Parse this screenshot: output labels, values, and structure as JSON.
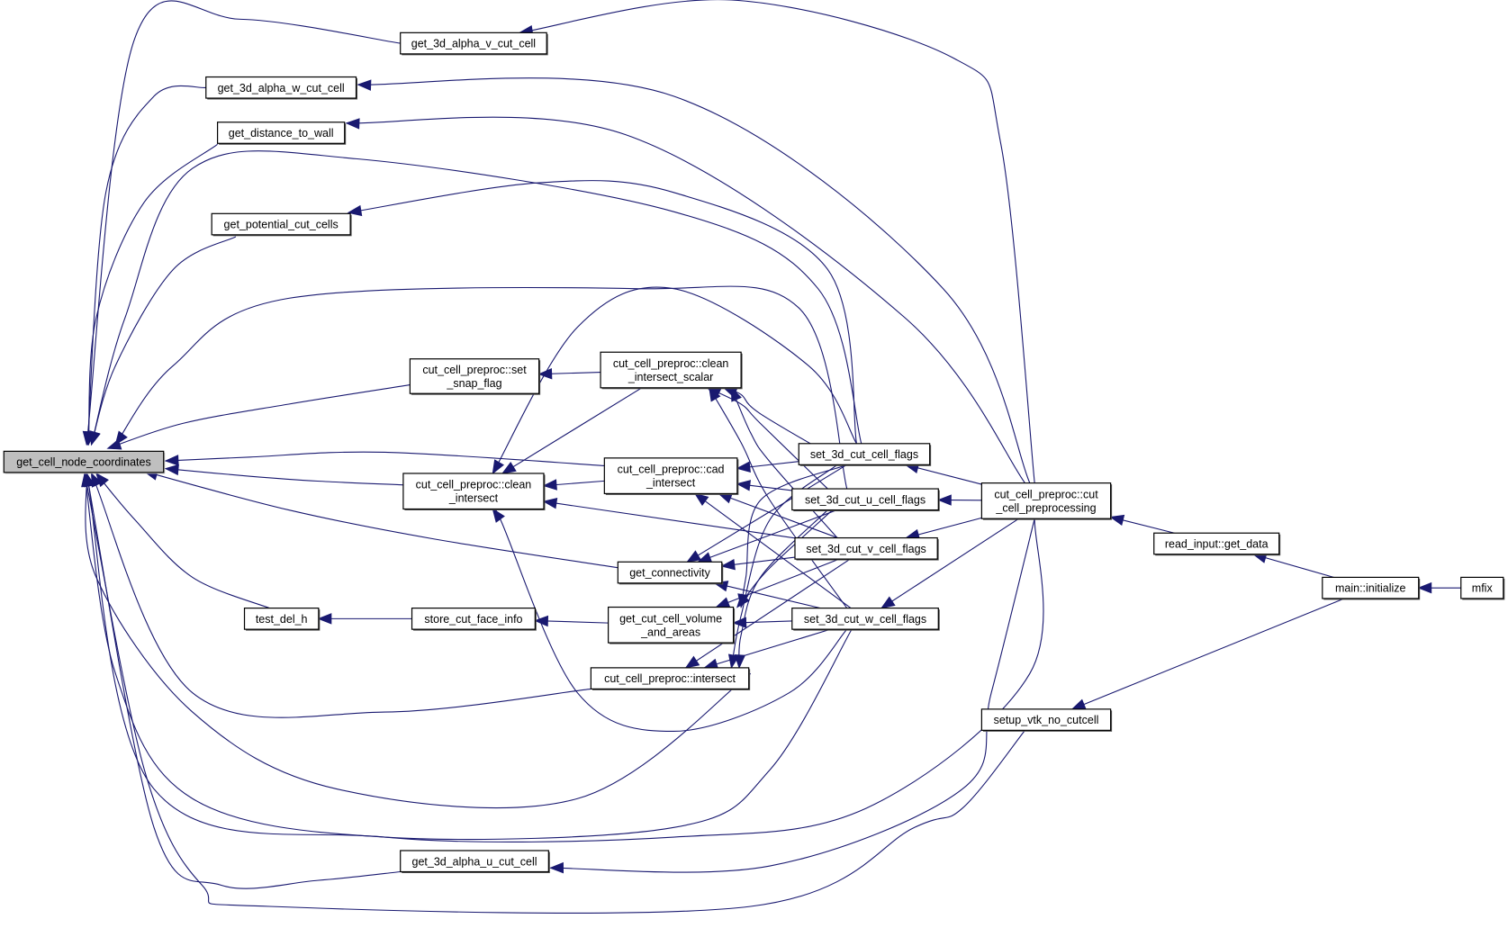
{
  "diagram": {
    "type": "call-graph",
    "title": "get_cell_node_coordinates caller graph",
    "colors": {
      "edge": "#191970",
      "root_fill": "#bfbfbf",
      "node_fill": "#ffffff",
      "node_border": "#000000"
    },
    "nodes": [
      {
        "id": "root",
        "lines": [
          "get_cell_node_coordinates"
        ],
        "root": true
      },
      {
        "id": "a3v",
        "lines": [
          "get_3d_alpha_v_cut_cell"
        ]
      },
      {
        "id": "a3w",
        "lines": [
          "get_3d_alpha_w_cut_cell"
        ]
      },
      {
        "id": "dist",
        "lines": [
          "get_distance_to_wall"
        ]
      },
      {
        "id": "pot",
        "lines": [
          "get_potential_cut_cells"
        ]
      },
      {
        "id": "snap",
        "lines": [
          "cut_cell_preproc::set",
          "_snap_flag"
        ]
      },
      {
        "id": "cis",
        "lines": [
          "cut_cell_preproc::clean",
          "_intersect_scalar"
        ]
      },
      {
        "id": "ci",
        "lines": [
          "cut_cell_preproc::clean",
          "_intersect"
        ]
      },
      {
        "id": "cad",
        "lines": [
          "cut_cell_preproc::cad",
          "_intersect"
        ]
      },
      {
        "id": "conn",
        "lines": [
          "get_connectivity"
        ]
      },
      {
        "id": "vol",
        "lines": [
          "get_cut_cell_volume",
          "_and_areas"
        ]
      },
      {
        "id": "inter",
        "lines": [
          "cut_cell_preproc::intersect"
        ]
      },
      {
        "id": "tdh",
        "lines": [
          "test_del_h"
        ]
      },
      {
        "id": "scfi",
        "lines": [
          "store_cut_face_info"
        ]
      },
      {
        "id": "a3u",
        "lines": [
          "get_3d_alpha_u_cut_cell"
        ]
      },
      {
        "id": "s3c",
        "lines": [
          "set_3d_cut_cell_flags"
        ]
      },
      {
        "id": "s3u",
        "lines": [
          "set_3d_cut_u_cell_flags"
        ]
      },
      {
        "id": "s3v",
        "lines": [
          "set_3d_cut_v_cell_flags"
        ]
      },
      {
        "id": "s3w",
        "lines": [
          "set_3d_cut_w_cell_flags"
        ]
      },
      {
        "id": "ccp",
        "lines": [
          "cut_cell_preproc::cut",
          "_cell_preprocessing"
        ]
      },
      {
        "id": "rgd",
        "lines": [
          "read_input::get_data"
        ]
      },
      {
        "id": "vtk",
        "lines": [
          "setup_vtk_no_cutcell"
        ]
      },
      {
        "id": "init",
        "lines": [
          "main::initialize"
        ]
      },
      {
        "id": "mfix",
        "lines": [
          "mfix"
        ]
      }
    ],
    "edges": [
      {
        "from": "a3v",
        "to": "root"
      },
      {
        "from": "a3w",
        "to": "root"
      },
      {
        "from": "dist",
        "to": "root"
      },
      {
        "from": "pot",
        "to": "root"
      },
      {
        "from": "snap",
        "to": "root"
      },
      {
        "from": "ci",
        "to": "root"
      },
      {
        "from": "cad",
        "to": "root"
      },
      {
        "from": "conn",
        "to": "root"
      },
      {
        "from": "tdh",
        "to": "root"
      },
      {
        "from": "inter",
        "to": "root"
      },
      {
        "from": "a3u",
        "to": "root"
      },
      {
        "from": "s3c",
        "to": "root"
      },
      {
        "from": "s3u",
        "to": "root"
      },
      {
        "from": "s3v",
        "to": "root"
      },
      {
        "from": "s3w",
        "to": "root"
      },
      {
        "from": "ccp",
        "to": "root"
      },
      {
        "from": "vtk",
        "to": "root"
      },
      {
        "from": "cis",
        "to": "snap"
      },
      {
        "from": "cad",
        "to": "ci"
      },
      {
        "from": "s3v",
        "to": "ci"
      },
      {
        "from": "s3c",
        "to": "ci"
      },
      {
        "from": "s3w",
        "to": "ci"
      },
      {
        "from": "cis",
        "to": "ci"
      },
      {
        "from": "scfi",
        "to": "tdh"
      },
      {
        "from": "vol",
        "to": "scfi"
      },
      {
        "from": "s3c",
        "to": "cis"
      },
      {
        "from": "s3u",
        "to": "cis"
      },
      {
        "from": "s3v",
        "to": "cis"
      },
      {
        "from": "s3w",
        "to": "cis"
      },
      {
        "from": "s3c",
        "to": "cad"
      },
      {
        "from": "s3u",
        "to": "cad"
      },
      {
        "from": "s3v",
        "to": "cad"
      },
      {
        "from": "s3w",
        "to": "cad"
      },
      {
        "from": "s3c",
        "to": "conn"
      },
      {
        "from": "s3u",
        "to": "conn"
      },
      {
        "from": "s3v",
        "to": "conn"
      },
      {
        "from": "s3w",
        "to": "conn"
      },
      {
        "from": "s3c",
        "to": "vol"
      },
      {
        "from": "s3u",
        "to": "vol"
      },
      {
        "from": "s3v",
        "to": "vol"
      },
      {
        "from": "s3w",
        "to": "vol"
      },
      {
        "from": "s3c",
        "to": "inter"
      },
      {
        "from": "s3u",
        "to": "inter"
      },
      {
        "from": "s3v",
        "to": "inter"
      },
      {
        "from": "s3w",
        "to": "inter"
      },
      {
        "from": "ccp",
        "to": "a3v"
      },
      {
        "from": "ccp",
        "to": "a3w"
      },
      {
        "from": "ccp",
        "to": "dist"
      },
      {
        "from": "s3c",
        "to": "pot"
      },
      {
        "from": "ccp",
        "to": "a3u"
      },
      {
        "from": "ccp",
        "to": "s3c"
      },
      {
        "from": "ccp",
        "to": "s3u"
      },
      {
        "from": "ccp",
        "to": "s3v"
      },
      {
        "from": "ccp",
        "to": "s3w"
      },
      {
        "from": "rgd",
        "to": "ccp"
      },
      {
        "from": "init",
        "to": "rgd"
      },
      {
        "from": "init",
        "to": "vtk"
      },
      {
        "from": "mfix",
        "to": "init"
      }
    ]
  }
}
